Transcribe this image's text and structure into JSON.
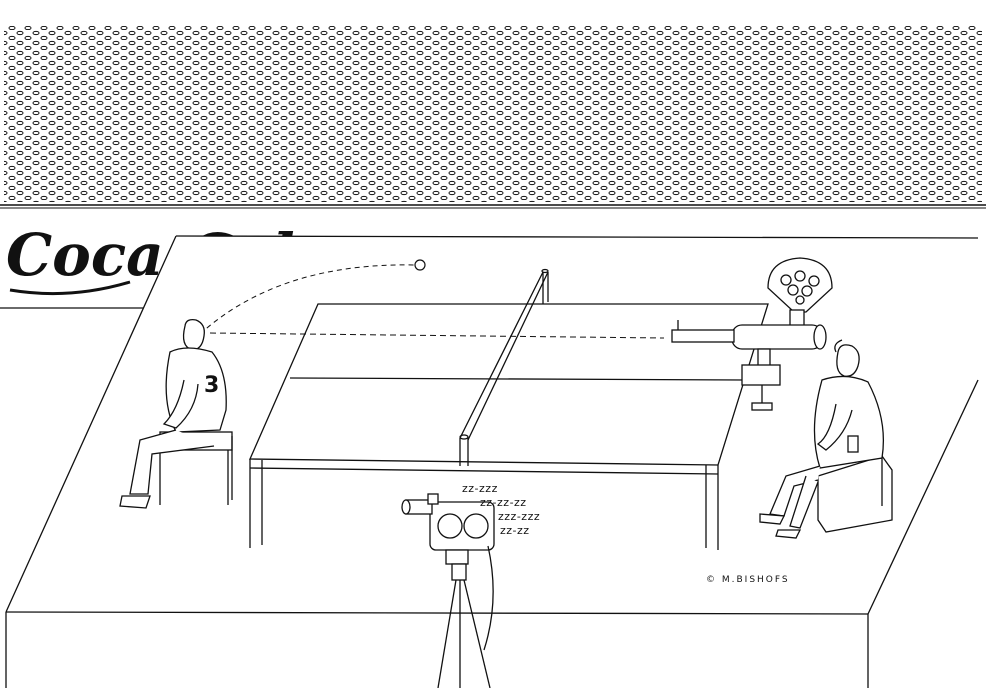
{
  "banner": {
    "brand_text": "Coca-Cola"
  },
  "player": {
    "shirt_number": "3"
  },
  "camera": {
    "snore_lines": [
      "zz-zzz",
      "zz-zz-zz",
      "zzz-zzz",
      "zz-zz"
    ]
  },
  "signature": {
    "text": "© M.BISHOFS"
  },
  "colors": {
    "ink": "#111111",
    "paper": "#ffffff"
  }
}
